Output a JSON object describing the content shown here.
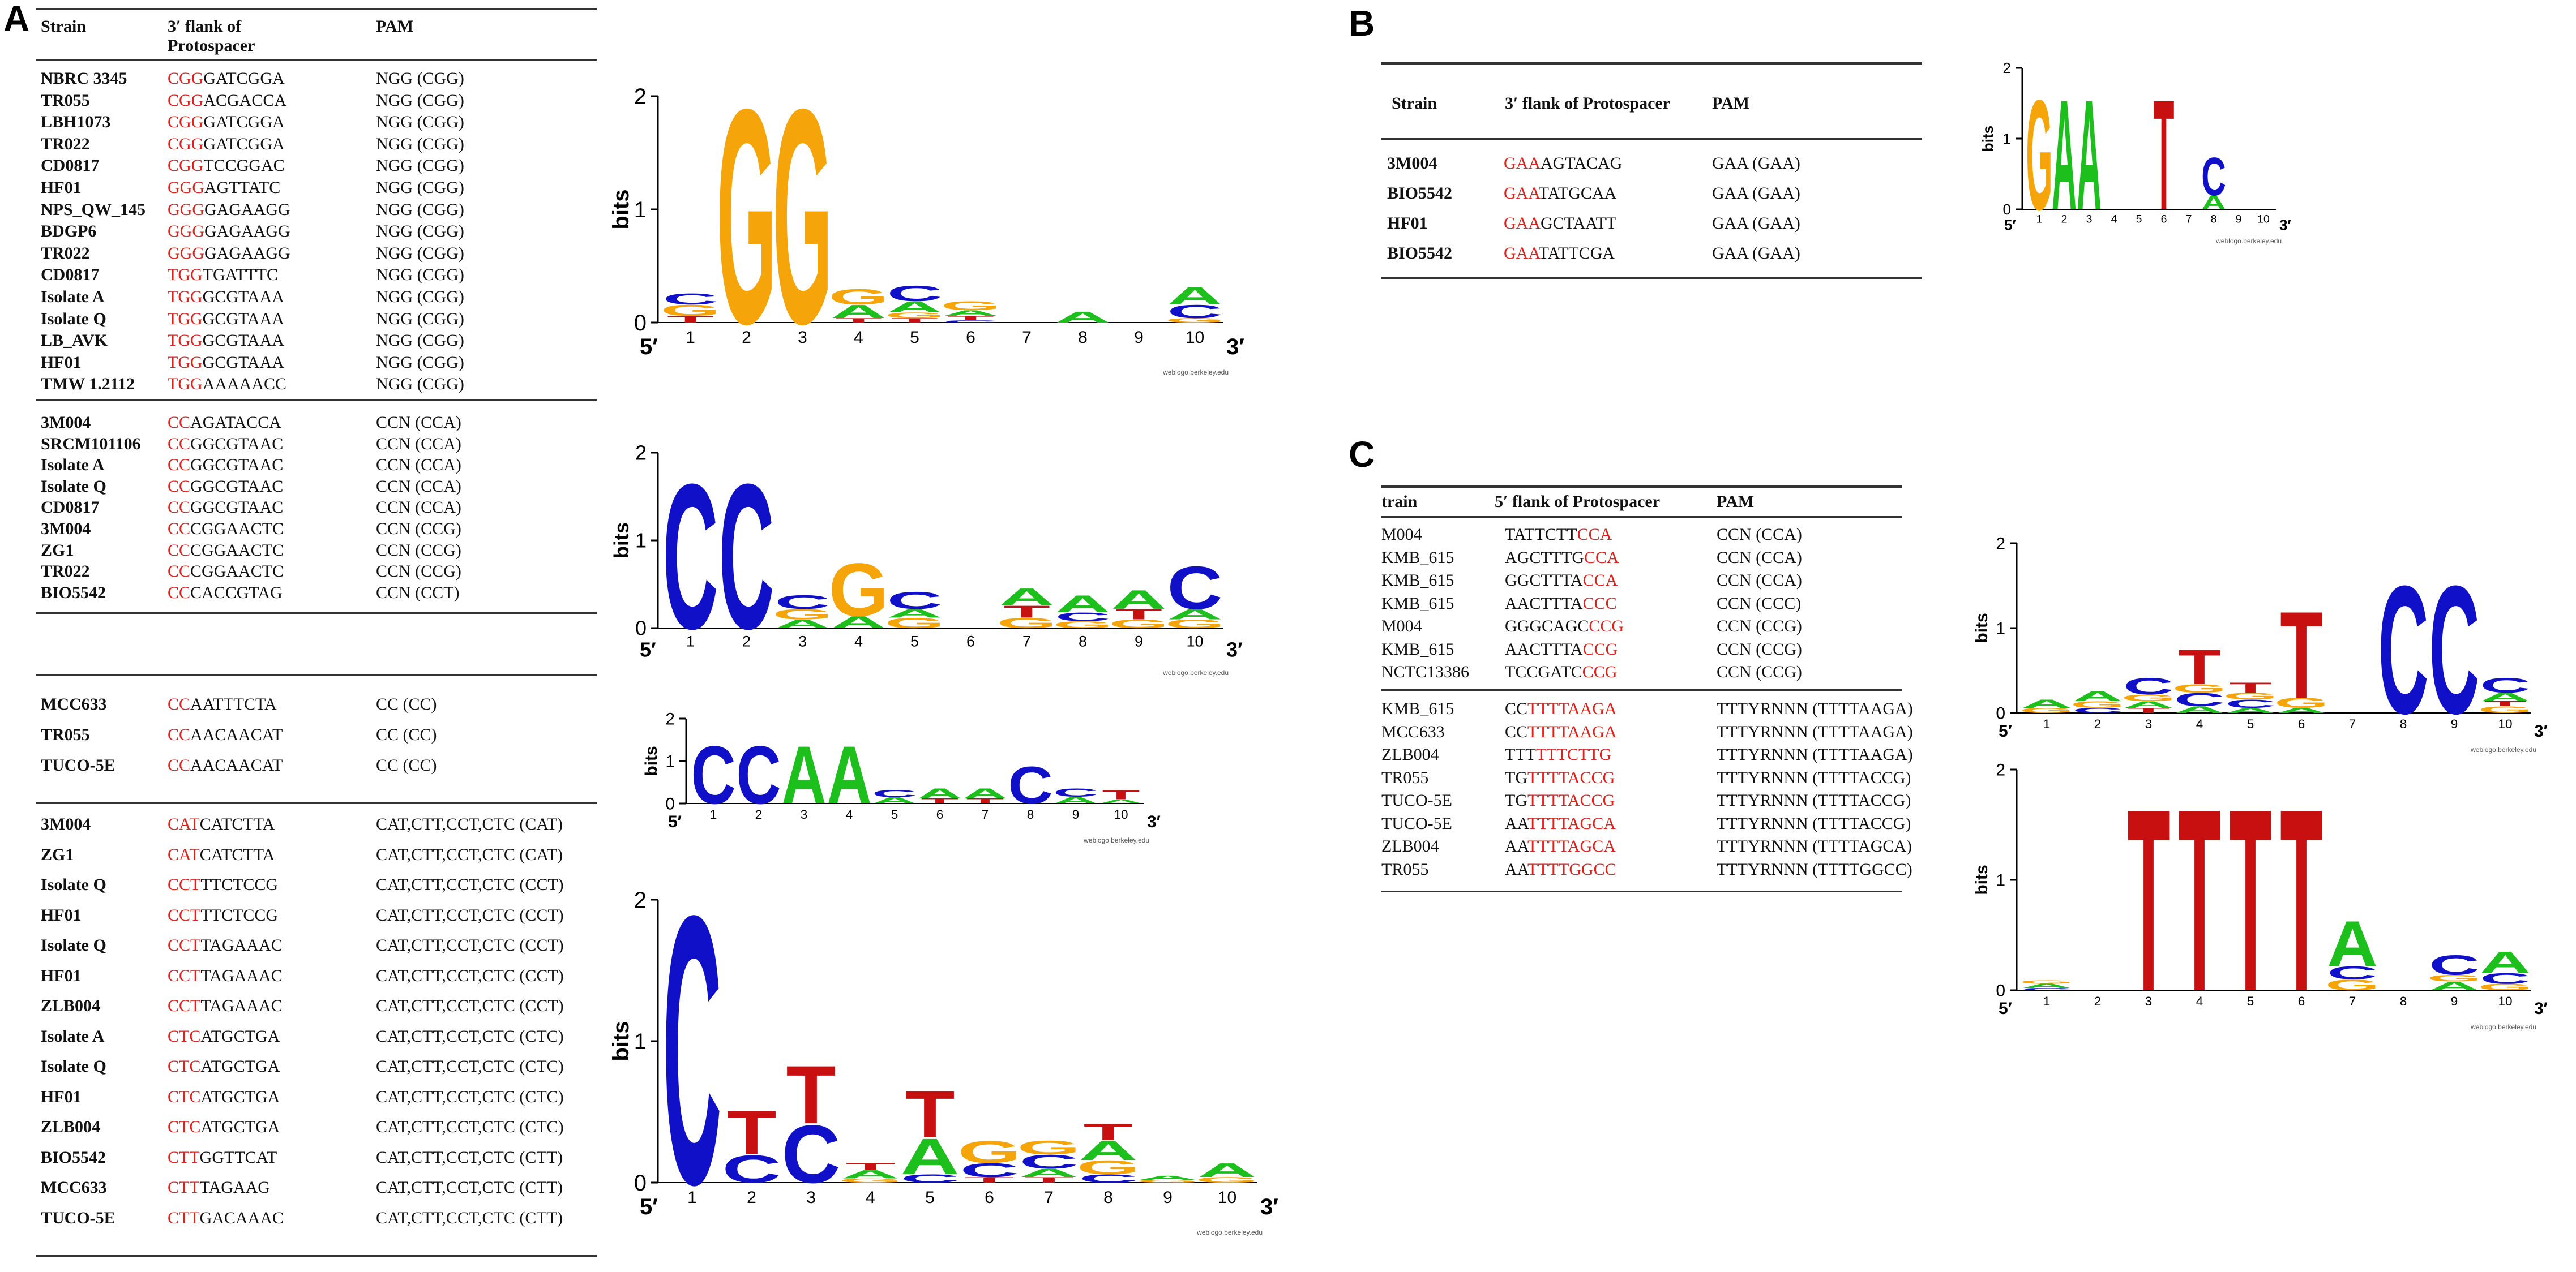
{
  "panel_labels": {
    "a": "A",
    "b": "B",
    "c": "C"
  },
  "colors": {
    "A": "#1cbf1c",
    "C": "#1010c8",
    "G": "#f5a50a",
    "T": "#c81010",
    "highlight": "#e0201b"
  },
  "logo_common": {
    "y_label": "bits",
    "five": "5′",
    "three": "3′",
    "credit": "weblogo.berkeley.edu"
  },
  "panel_a": {
    "headers": {
      "strain": "Strain",
      "flank": "3′ flank of Protospacer",
      "pam": "PAM"
    },
    "groups": [
      {
        "rows": [
          {
            "strain": "NBRC 3345",
            "hl": "CGG",
            "rest": "GATCGGA",
            "pam": "NGG (CGG)"
          },
          {
            "strain": "TR055",
            "hl": "CGG",
            "rest": "ACGACCA",
            "pam": "NGG (CGG)"
          },
          {
            "strain": "LBH1073",
            "hl": "CGG",
            "rest": "GATCGGA",
            "pam": "NGG (CGG)"
          },
          {
            "strain": "TR022",
            "hl": "CGG",
            "rest": "GATCGGA",
            "pam": "NGG (CGG)"
          },
          {
            "strain": "CD0817",
            "hl": "CGG",
            "rest": "TCCGGAC",
            "pam": "NGG (CGG)"
          },
          {
            "strain": "HF01",
            "hl": "GGG",
            "rest": "AGTTATC",
            "pam": "NGG (CGG)"
          },
          {
            "strain": "NPS_QW_145",
            "hl": "GGG",
            "rest": "GAGAAGG",
            "pam": "NGG (CGG)"
          },
          {
            "strain": "BDGP6",
            "hl": "GGG",
            "rest": "GAGAAGG",
            "pam": "NGG (CGG)"
          },
          {
            "strain": "TR022",
            "hl": "GGG",
            "rest": "GAGAAGG",
            "pam": "NGG (CGG)"
          },
          {
            "strain": "CD0817",
            "hl": "TGG",
            "rest": "TGATTTC",
            "pam": "NGG (CGG)"
          },
          {
            "strain": "Isolate A",
            "hl": "TGG",
            "rest": "GCGTAAA",
            "pam": "NGG (CGG)"
          },
          {
            "strain": "Isolate Q",
            "hl": "TGG",
            "rest": "GCGTAAA",
            "pam": "NGG (CGG)"
          },
          {
            "strain": "LB_AVK",
            "hl": "TGG",
            "rest": "GCGTAAA",
            "pam": "NGG (CGG)"
          },
          {
            "strain": "HF01",
            "hl": "TGG",
            "rest": "GCGTAAA",
            "pam": "NGG (CGG)"
          },
          {
            "strain": "TMW 1.2112",
            "hl": "TGG",
            "rest": "AAAAACC",
            "pam": "NGG (CGG)"
          }
        ]
      },
      {
        "rows": [
          {
            "strain": "3M004",
            "hl": "CC",
            "rest": "AGATACCA",
            "pam": "CCN (CCA)"
          },
          {
            "strain": "SRCM101106",
            "hl": "CC",
            "rest": "GGCGTAAC",
            "pam": "CCN (CCA)"
          },
          {
            "strain": "Isolate A",
            "hl": "CC",
            "rest": "GGCGTAAC",
            "pam": "CCN (CCA)"
          },
          {
            "strain": "Isolate Q",
            "hl": "CC",
            "rest": "GGCGTAAC",
            "pam": "CCN (CCA)"
          },
          {
            "strain": "CD0817",
            "hl": "CC",
            "rest": "GGCGTAAC",
            "pam": "CCN (CCA)"
          },
          {
            "strain": "3M004",
            "hl": "CC",
            "rest": "CGGAACTC",
            "pam": "CCN (CCG)"
          },
          {
            "strain": "ZG1",
            "hl": "CC",
            "rest": "CGGAACTC",
            "pam": "CCN (CCG)"
          },
          {
            "strain": "TR022",
            "hl": "CC",
            "rest": "CGGAACTC",
            "pam": "CCN (CCG)"
          },
          {
            "strain": "BIO5542",
            "hl": "CC",
            "rest": "CACCGTAG",
            "pam": "CCN (CCT)"
          }
        ]
      },
      {
        "rows": [
          {
            "strain": "MCC633",
            "hl": "CC",
            "rest": "AATTTCTA",
            "pam": "CC (CC)"
          },
          {
            "strain": "TR055",
            "hl": "CC",
            "rest": "AACAACAT",
            "pam": "CC (CC)"
          },
          {
            "strain": "TUCO-5E",
            "hl": "CC",
            "rest": "AACAACAT",
            "pam": "CC (CC)"
          }
        ]
      },
      {
        "rows": [
          {
            "strain": "3M004",
            "hl": "CAT",
            "rest": "CATCTTA",
            "pam": "CAT,CTT,CCT,CTC (CAT)"
          },
          {
            "strain": "ZG1",
            "hl": "CAT",
            "rest": "CATCTTA",
            "pam": "CAT,CTT,CCT,CTC (CAT)"
          },
          {
            "strain": "Isolate Q",
            "hl": "CCT",
            "rest": "TTCTCCG",
            "pam": "CAT,CTT,CCT,CTC (CCT)"
          },
          {
            "strain": "HF01",
            "hl": "CCT",
            "rest": "TTCTCCG",
            "pam": "CAT,CTT,CCT,CTC (CCT)"
          },
          {
            "strain": "Isolate Q",
            "hl": "CCT",
            "rest": "TAGAAAC",
            "pam": "CAT,CTT,CCT,CTC (CCT)"
          },
          {
            "strain": "HF01",
            "hl": "CCT",
            "rest": "TAGAAAC",
            "pam": "CAT,CTT,CCT,CTC (CCT)"
          },
          {
            "strain": "ZLB004",
            "hl": "CCT",
            "rest": "TAGAAAC",
            "pam": "CAT,CTT,CCT,CTC (CCT)"
          },
          {
            "strain": "Isolate A",
            "hl": "CTC",
            "rest": "ATGCTGA",
            "pam": "CAT,CTT,CCT,CTC (CTC)"
          },
          {
            "strain": "Isolate Q",
            "hl": "CTC",
            "rest": "ATGCTGA",
            "pam": "CAT,CTT,CCT,CTC (CTC)"
          },
          {
            "strain": "HF01",
            "hl": "CTC",
            "rest": "ATGCTGA",
            "pam": "CAT,CTT,CCT,CTC (CTC)"
          },
          {
            "strain": "ZLB004",
            "hl": "CTC",
            "rest": "ATGCTGA",
            "pam": "CAT,CTT,CCT,CTC (CTC)"
          },
          {
            "strain": "BIO5542",
            "hl": "CTT",
            "rest": "GGTTCAT",
            "pam": "CAT,CTT,CCT,CTC (CTT)"
          },
          {
            "strain": "MCC633",
            "hl": "CTT",
            "rest": "TAGAAG",
            "pam": "CAT,CTT,CCT,CTC (CTT)"
          },
          {
            "strain": "TUCO-5E",
            "hl": "CTT",
            "rest": "GACAAAC",
            "pam": "CAT,CTT,CCT,CTC (CTT)"
          }
        ]
      }
    ]
  },
  "panel_b": {
    "headers": {
      "strain": "Strain",
      "flank": "3′ flank of Protospacer",
      "pam": "PAM"
    },
    "rows": [
      {
        "strain": "3M004",
        "hl": "GAA",
        "rest": "AGTACAG",
        "pam": "GAA (GAA)"
      },
      {
        "strain": "BIO5542",
        "hl": "GAA",
        "rest": "TATGCAA",
        "pam": "GAA (GAA)"
      },
      {
        "strain": "HF01",
        "hl": "GAA",
        "rest": "GCTAATT",
        "pam": "GAA (GAA)"
      },
      {
        "strain": "BIO5542",
        "hl": "GAA",
        "rest": "TATTCGA",
        "pam": "GAA (GAA)"
      }
    ]
  },
  "panel_c": {
    "headers": {
      "strain": "train",
      "flank": "5′ flank of Protospacer",
      "pam": "PAM"
    },
    "groups": [
      {
        "rows": [
          {
            "strain": "M004",
            "pre": "TATTCTT",
            "hl": "CCA",
            "pam": "CCN (CCA)"
          },
          {
            "strain": "KMB_615",
            "pre": "AGCTTTG",
            "hl": "CCA",
            "pam": "CCN (CCA)"
          },
          {
            "strain": "KMB_615",
            "pre": "GGCTTTA",
            "hl": "CCA",
            "pam": "CCN (CCA)"
          },
          {
            "strain": "KMB_615",
            "pre": "AACTTTA",
            "hl": "CCC",
            "pam": "CCN (CCC)"
          },
          {
            "strain": "M004",
            "pre": "GGGCAGC",
            "hl": "CCG",
            "pam": "CCN (CCG)"
          },
          {
            "strain": "KMB_615",
            "pre": "AACTTTA",
            "hl": "CCG",
            "pam": "CCN (CCG)"
          },
          {
            "strain": "NCTC13386",
            "pre": "TCCGATC",
            "hl": "CCG",
            "pam": "CCN (CCG)"
          }
        ]
      },
      {
        "rows": [
          {
            "strain": "KMB_615",
            "pre": "CC",
            "hl": "TTTTAAGA",
            "pam": "TTTYRNNN (TTTTAAGA)"
          },
          {
            "strain": "MCC633",
            "pre": "CC",
            "hl": "TTTTAAGA",
            "pam": "TTTYRNNN (TTTTAAGA)"
          },
          {
            "strain": "ZLB004",
            "pre": "TTT",
            "hl": "TTTCTTG",
            "pam": "TTTYRNNN (TTTTAAGA)"
          },
          {
            "strain": "TR055",
            "pre": "TG",
            "hl": "TTTTACCG",
            "pam": "TTTYRNNN (TTTTACCG)"
          },
          {
            "strain": "TUCO-5E",
            "pre": "TG",
            "hl": "TTTTACCG",
            "pam": "TTTYRNNN (TTTTACCG)"
          },
          {
            "strain": "TUCO-5E",
            "pre": "AA",
            "hl": "TTTTAGCA",
            "pam": "TTTYRNNN (TTTTACCG)"
          },
          {
            "strain": "ZLB004",
            "pre": "AA",
            "hl": "TTTTAGCA",
            "pam": "TTTYRNNN (TTTTAGCA)"
          },
          {
            "strain": "TR055",
            "pre": "AA",
            "hl": "TTTTGGCC",
            "pam": "TTTYRNNN (TTTTGGCC)"
          }
        ]
      }
    ]
  },
  "logos": [
    {
      "id": "a1",
      "ymax": 2,
      "yticks": [
        0,
        1,
        2
      ],
      "positions": [
        [
          [
            "T",
            0.06
          ],
          [
            "G",
            0.1
          ],
          [
            "C",
            0.1
          ]
        ],
        [
          [
            "G",
            1.95
          ]
        ],
        [
          [
            "G",
            1.95
          ]
        ],
        [
          [
            "T",
            0.04
          ],
          [
            "A",
            0.12
          ],
          [
            "G",
            0.14
          ]
        ],
        [
          [
            "T",
            0.04
          ],
          [
            "G",
            0.05
          ],
          [
            "A",
            0.1
          ],
          [
            "C",
            0.14
          ]
        ],
        [
          [
            "C",
            0.02
          ],
          [
            "T",
            0.04
          ],
          [
            "A",
            0.05
          ],
          [
            "G",
            0.08
          ]
        ],
        [],
        [
          [
            "A",
            0.1
          ]
        ],
        [],
        [
          [
            "G",
            0.04
          ],
          [
            "C",
            0.12
          ],
          [
            "A",
            0.16
          ]
        ]
      ]
    },
    {
      "id": "a2",
      "ymax": 2,
      "yticks": [
        0,
        1,
        2
      ],
      "positions": [
        [
          [
            "C",
            1.7
          ]
        ],
        [
          [
            "C",
            1.7
          ]
        ],
        [
          [
            "A",
            0.1
          ],
          [
            "G",
            0.12
          ],
          [
            "C",
            0.16
          ]
        ],
        [
          [
            "A",
            0.14
          ],
          [
            "G",
            0.62
          ]
        ],
        [
          [
            "G",
            0.12
          ],
          [
            "A",
            0.1
          ],
          [
            "C",
            0.2
          ]
        ],
        [],
        [
          [
            "G",
            0.12
          ],
          [
            "T",
            0.14
          ],
          [
            "A",
            0.2
          ]
        ],
        [
          [
            "G",
            0.08
          ],
          [
            "C",
            0.1
          ],
          [
            "A",
            0.2
          ]
        ],
        [
          [
            "G",
            0.1
          ],
          [
            "T",
            0.12
          ],
          [
            "A",
            0.22
          ]
        ],
        [
          [
            "G",
            0.1
          ],
          [
            "A",
            0.12
          ],
          [
            "C",
            0.5
          ]
        ]
      ]
    },
    {
      "id": "a3",
      "ymax": 2,
      "yticks": [
        0,
        1,
        2
      ],
      "positions": [
        [
          [
            "C",
            1.4
          ]
        ],
        [
          [
            "C",
            1.4
          ]
        ],
        [
          [
            "A",
            1.4
          ]
        ],
        [
          [
            "A",
            1.4
          ]
        ],
        [
          [
            "A",
            0.15
          ],
          [
            "C",
            0.18
          ]
        ],
        [
          [
            "T",
            0.12
          ],
          [
            "A",
            0.24
          ]
        ],
        [
          [
            "T",
            0.12
          ],
          [
            "A",
            0.24
          ]
        ],
        [
          [
            "C",
            0.9
          ]
        ],
        [
          [
            "A",
            0.16
          ],
          [
            "C",
            0.2
          ]
        ],
        [
          [
            "A",
            0.1
          ],
          [
            "T",
            0.22
          ]
        ]
      ]
    },
    {
      "id": "a4",
      "ymax": 2,
      "yticks": [
        0,
        1,
        2
      ],
      "positions": [
        [
          [
            "C",
            1.95
          ]
        ],
        [
          [
            "C",
            0.2
          ],
          [
            "T",
            0.32
          ]
        ],
        [
          [
            "C",
            0.42
          ],
          [
            "T",
            0.42
          ]
        ],
        [
          [
            "G",
            0.03
          ],
          [
            "A",
            0.06
          ],
          [
            "T",
            0.05
          ]
        ],
        [
          [
            "C",
            0.06
          ],
          [
            "A",
            0.26
          ],
          [
            "T",
            0.34
          ]
        ],
        [
          [
            "T",
            0.04
          ],
          [
            "C",
            0.1
          ],
          [
            "G",
            0.16
          ]
        ],
        [
          [
            "T",
            0.04
          ],
          [
            "A",
            0.06
          ],
          [
            "C",
            0.1
          ],
          [
            "G",
            0.1
          ]
        ],
        [
          [
            "C",
            0.06
          ],
          [
            "G",
            0.1
          ],
          [
            "A",
            0.14
          ],
          [
            "T",
            0.12
          ]
        ],
        [
          [
            "G",
            0.02
          ],
          [
            "A",
            0.03
          ]
        ],
        [
          [
            "G",
            0.04
          ],
          [
            "A",
            0.1
          ]
        ]
      ]
    },
    {
      "id": "b1",
      "ymax": 2,
      "yticks": [
        0,
        1,
        2
      ],
      "positions": [
        [
          [
            "G",
            1.6
          ]
        ],
        [
          [
            "A",
            1.6
          ]
        ],
        [
          [
            "A",
            1.6
          ]
        ],
        [],
        [],
        [
          [
            "T",
            1.6
          ]
        ],
        [],
        [
          [
            "A",
            0.2
          ],
          [
            "C",
            0.55
          ]
        ],
        [],
        []
      ]
    },
    {
      "id": "c1",
      "ymax": 2,
      "yticks": [
        0,
        1,
        2
      ],
      "positions": [
        [
          [
            "G",
            0.06
          ],
          [
            "A",
            0.1
          ]
        ],
        [
          [
            "C",
            0.06
          ],
          [
            "G",
            0.08
          ],
          [
            "A",
            0.12
          ]
        ],
        [
          [
            "T",
            0.06
          ],
          [
            "A",
            0.08
          ],
          [
            "G",
            0.08
          ],
          [
            "C",
            0.2
          ]
        ],
        [
          [
            "A",
            0.08
          ],
          [
            "C",
            0.16
          ],
          [
            "G",
            0.1
          ],
          [
            "T",
            0.42
          ]
        ],
        [
          [
            "A",
            0.06
          ],
          [
            "C",
            0.1
          ],
          [
            "G",
            0.08
          ],
          [
            "T",
            0.12
          ]
        ],
        [
          [
            "A",
            0.06
          ],
          [
            "G",
            0.12
          ],
          [
            "T",
            1.05
          ]
        ],
        [],
        [
          [
            "C",
            1.55
          ]
        ],
        [
          [
            "C",
            1.55
          ]
        ],
        [
          [
            "G",
            0.08
          ],
          [
            "T",
            0.06
          ],
          [
            "A",
            0.1
          ],
          [
            "C",
            0.18
          ]
        ]
      ]
    },
    {
      "id": "c2",
      "ymax": 2,
      "yticks": [
        0,
        1,
        2
      ],
      "positions": [
        [
          [
            "C",
            0.02
          ],
          [
            "A",
            0.04
          ],
          [
            "G",
            0.03
          ]
        ],
        [],
        [
          [
            "T",
            1.7
          ]
        ],
        [
          [
            "T",
            1.7
          ]
        ],
        [
          [
            "T",
            1.7
          ]
        ],
        [
          [
            "T",
            1.7
          ]
        ],
        [
          [
            "G",
            0.1
          ],
          [
            "C",
            0.12
          ],
          [
            "A",
            0.42
          ]
        ],
        [],
        [
          [
            "A",
            0.08
          ],
          [
            "G",
            0.06
          ],
          [
            "C",
            0.18
          ]
        ],
        [
          [
            "G",
            0.06
          ],
          [
            "C",
            0.1
          ],
          [
            "A",
            0.2
          ]
        ]
      ]
    }
  ]
}
